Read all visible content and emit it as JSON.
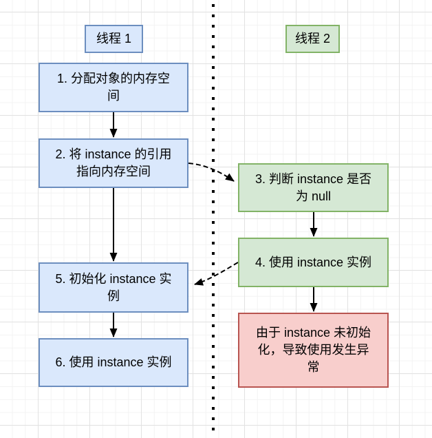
{
  "diagram": {
    "title_implicit": "",
    "thread1_label": "线程 1",
    "thread2_label": "线程 2",
    "steps": {
      "step1": "1. 分配对象的内存空\n间",
      "step2": "2. 将 instance 的引用\n指向内存空间",
      "step3": "3. 判断 instance 是否\n为 null",
      "step4": "4. 使用 instance 实例",
      "step5": "5. 初始化 instance 实\n例",
      "step6": "6. 使用 instance 实例",
      "error": "由于 instance 未初始\n化，导致使用发生异\n常"
    },
    "edges": [
      {
        "from": "step1",
        "to": "step2",
        "style": "solid"
      },
      {
        "from": "step2",
        "to": "step5",
        "style": "solid"
      },
      {
        "from": "step5",
        "to": "step6",
        "style": "solid"
      },
      {
        "from": "step3",
        "to": "step4",
        "style": "solid"
      },
      {
        "from": "step4",
        "to": "error",
        "style": "solid"
      },
      {
        "from": "step2",
        "to": "step3",
        "style": "dashed"
      },
      {
        "from": "step4",
        "to": "step5",
        "style": "dashed"
      }
    ]
  },
  "colors": {
    "background": "#ffffff",
    "grid_minor": "#f3f3f3",
    "grid_major": "#e2e2e2",
    "blue_fill": "#dae8fc",
    "blue_border": "#6c8ebf",
    "green_fill": "#d5e8d4",
    "green_border": "#82b366",
    "red_fill": "#f8cecc",
    "red_border": "#b85450",
    "arrow": "#000000",
    "text": "#000000"
  }
}
